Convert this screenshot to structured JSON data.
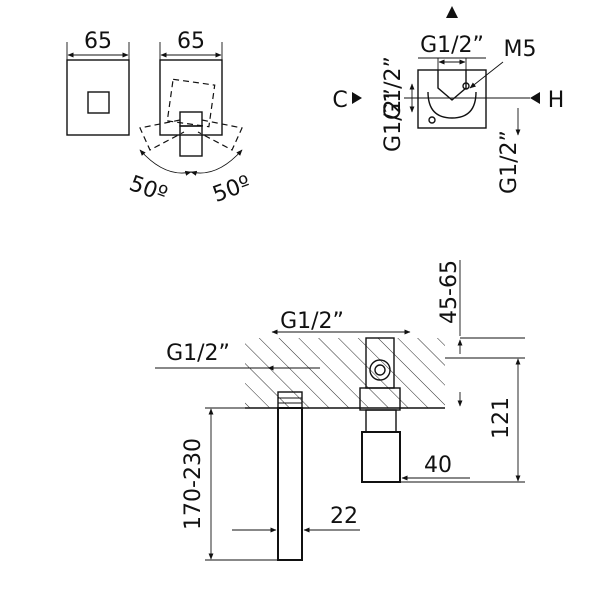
{
  "labels": {
    "width_front": "65",
    "width_side": "65",
    "angle_left": "50º",
    "angle_right": "50º",
    "thread_top": "G1/2”",
    "screw": "M5",
    "cold": "C",
    "hot": "H",
    "thread_left_vertical": "G1/2”",
    "thread_bottom_left": "G1/2”",
    "thread_right_vertical": "G1/2”",
    "thread_section_top": "G1/2”",
    "thread_section_left": "G1/2”",
    "depth_range": "45-65",
    "height_121": "121",
    "spout_length": "170-230",
    "spout_width": "22",
    "handle_offset": "40"
  }
}
